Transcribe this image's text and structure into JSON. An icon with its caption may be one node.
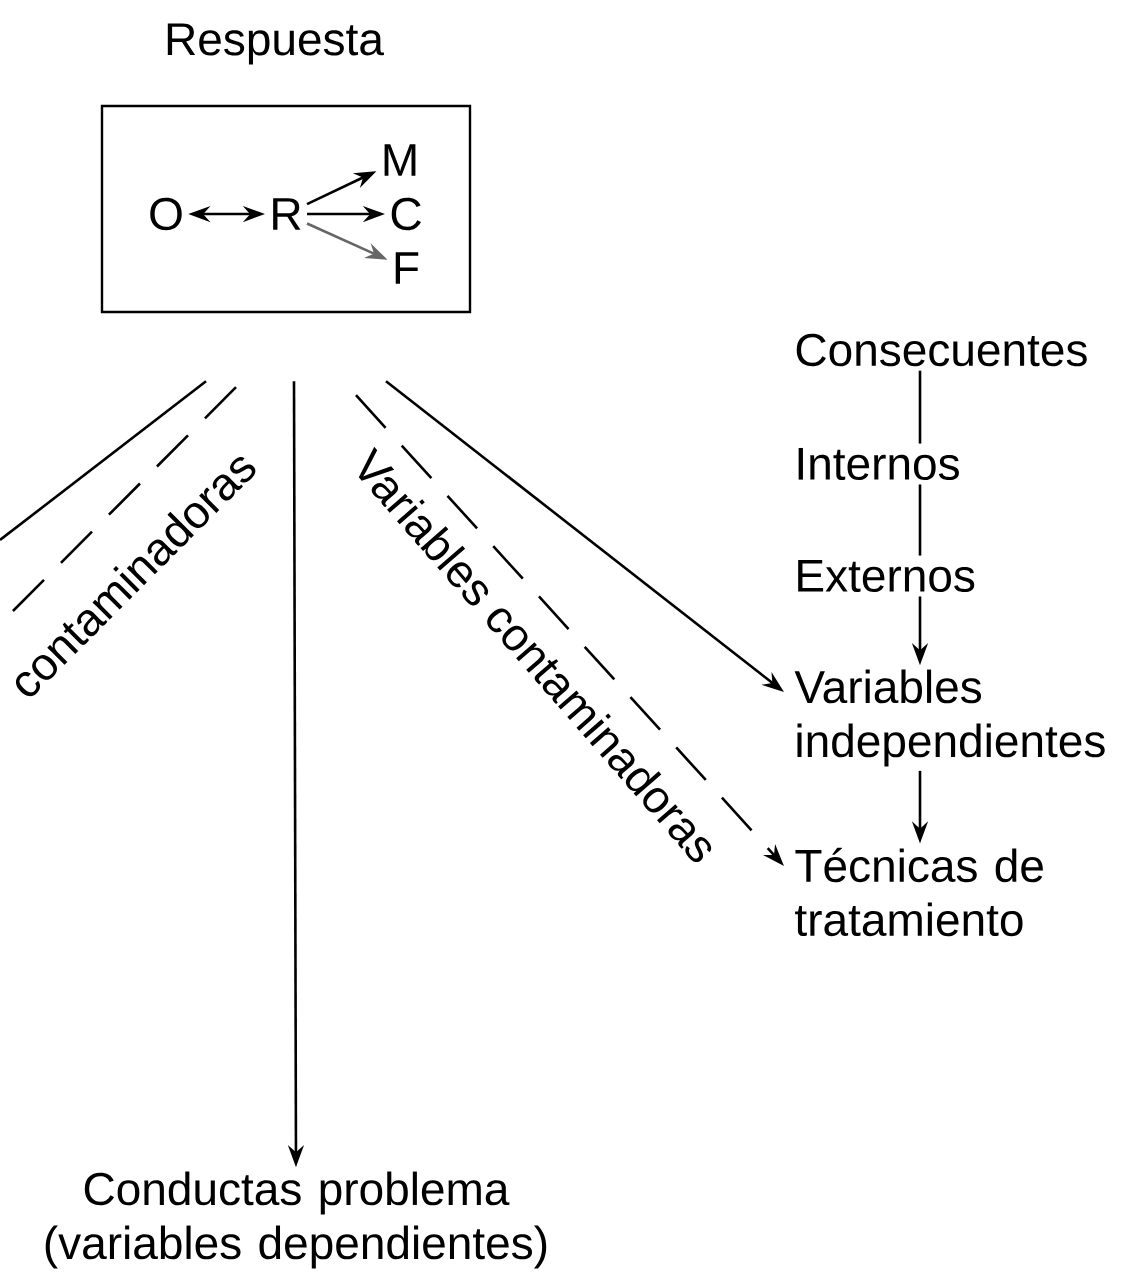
{
  "diagram": {
    "nodes": [
      {
        "text": [
          "Respuesta"
        ]
      },
      {
        "text": [
          "O"
        ],
        "in": 0
      },
      {
        "text": [
          "R"
        ],
        "in": 0
      },
      {
        "text": [
          "M"
        ],
        "in": 0
      },
      {
        "text": [
          "C"
        ],
        "in": 0
      },
      {
        "text": [
          "F"
        ],
        "in": 0
      },
      {
        "text": [
          "Consecuentes"
        ]
      },
      {
        "text": [
          "Internos"
        ]
      },
      {
        "text": [
          "Externos"
        ]
      },
      {
        "text": [
          "Variables independientes"
        ]
      },
      {
        "text": [
          "Técnicas de tratamiento"
        ]
      },
      {
        "text": [
          "Conductas problema (variables dependientes)"
        ]
      }
    ],
    "edges": [
      {
        "from": 1,
        "to": 2,
        "arrow": "both"
      },
      {
        "from": 2,
        "to": 3,
        "arrow": "to"
      },
      {
        "from": 2,
        "to": 4,
        "arrow": "to"
      },
      {
        "from": 2,
        "to": 5,
        "arrow": "to",
        "color": "#666666"
      },
      {
        "from": 0,
        "to": null,
        "arrow": "none"
      },
      {
        "from": 0,
        "to": null,
        "arrow": "none",
        "style": "dashed",
        "label": "contaminadoras"
      },
      {
        "from": 0,
        "to": 11,
        "arrow": "to"
      },
      {
        "from": 0,
        "to": 10,
        "arrow": "to",
        "style": "dashed",
        "label": "Variables contaminadoras"
      },
      {
        "from": 0,
        "to": 9,
        "arrow": "to"
      },
      {
        "from": 6,
        "to": 7,
        "arrow": "none"
      },
      {
        "from": 7,
        "to": 8,
        "arrow": "none"
      },
      {
        "from": 8,
        "to": 9,
        "arrow": "to"
      },
      {
        "from": 9,
        "to": 10,
        "arrow": "to"
      }
    ]
  }
}
